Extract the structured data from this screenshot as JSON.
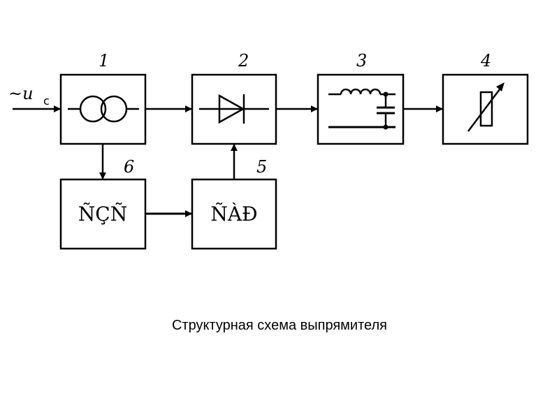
{
  "blocks": [
    {
      "number": "1",
      "name": "transformer",
      "icon": "transformer-icon",
      "text": ""
    },
    {
      "number": "2",
      "name": "rectifier",
      "icon": "diode-icon",
      "text": ""
    },
    {
      "number": "3",
      "name": "filter",
      "icon": "lc-filter-icon",
      "text": ""
    },
    {
      "number": "4",
      "name": "load",
      "icon": "variable-resistor-icon",
      "text": ""
    },
    {
      "number": "5",
      "name": "control-block-5",
      "icon": "",
      "text": "ÑÀÐ"
    },
    {
      "number": "6",
      "name": "control-block-6",
      "icon": "",
      "text": "ÑÇÑ"
    }
  ],
  "input": {
    "symbol": "~u",
    "subscript": "c"
  },
  "caption": "Структурная схема выпрямителя"
}
